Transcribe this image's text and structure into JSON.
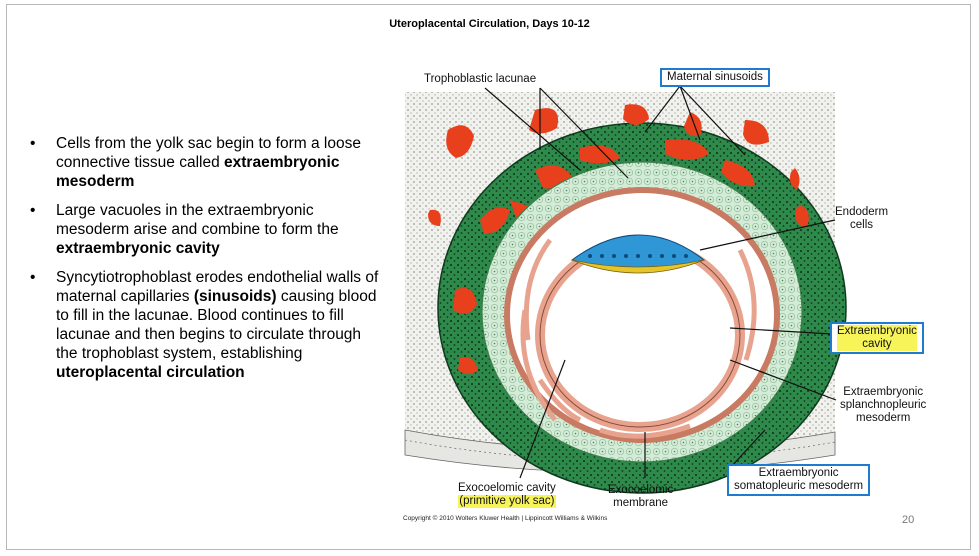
{
  "slide": {
    "title": "Uteroplacental Circulation, Days 10-12",
    "page_number": "20",
    "copyright": "Copyright © 2010 Wolters Kluwer Health | Lippincott Williams & Wilkins"
  },
  "bullets": [
    {
      "pre": "Cells from the yolk sac begin to form a loose connective tissue called ",
      "bold": "extraembryonic mesoderm",
      "post": ""
    },
    {
      "pre": "Large vacuoles in the extraembryonic mesoderm arise and combine to form the ",
      "bold": "extraembryonic cavity",
      "post": ""
    },
    {
      "pre": "Syncytiotrophoblast erodes endothelial walls of maternal capillaries ",
      "bold": "(sinusoids)",
      "post": " causing blood to fill in the lacunae. Blood continues to fill lacunae and then begins to circulate through the trophoblast system, establishing ",
      "bold2": "uteroplacental circulation"
    }
  ],
  "labels": {
    "trophoblastic_lacunae": "Trophoblastic lacunae",
    "maternal_sinusoids": "Maternal sinusoids",
    "endoderm_cells_1": "Endoderm",
    "endoderm_cells_2": "cells",
    "extraembryonic_cavity_1": "Extraembryonic",
    "extraembryonic_cavity_2": "cavity",
    "splanchno_1": "Extraembryonic",
    "splanchno_2": "splanchnopleuric",
    "splanchno_3": "mesoderm",
    "somato_1": "Extraembryonic",
    "somato_2": "somatopleuric mesoderm",
    "exocoelomic_cavity_1": "Exocoelomic cavity",
    "exocoelomic_cavity_2": "(primitive yolk sac)",
    "exocoelomic_membrane_1": "Exocoelomic",
    "exocoelomic_membrane_2": "membrane"
  },
  "colors": {
    "trophoblast_green": "#2e8a4a",
    "lacunae_red": "#e8401c",
    "mesoderm_pale": "#cfe8d4",
    "membrane_salmon": "#e8a38e",
    "epiblast_blue": "#2f97d6",
    "hypoblast_yellow": "#e6c52a",
    "box_blue": "#1e7bd0",
    "highlight": "#f7f45a"
  }
}
